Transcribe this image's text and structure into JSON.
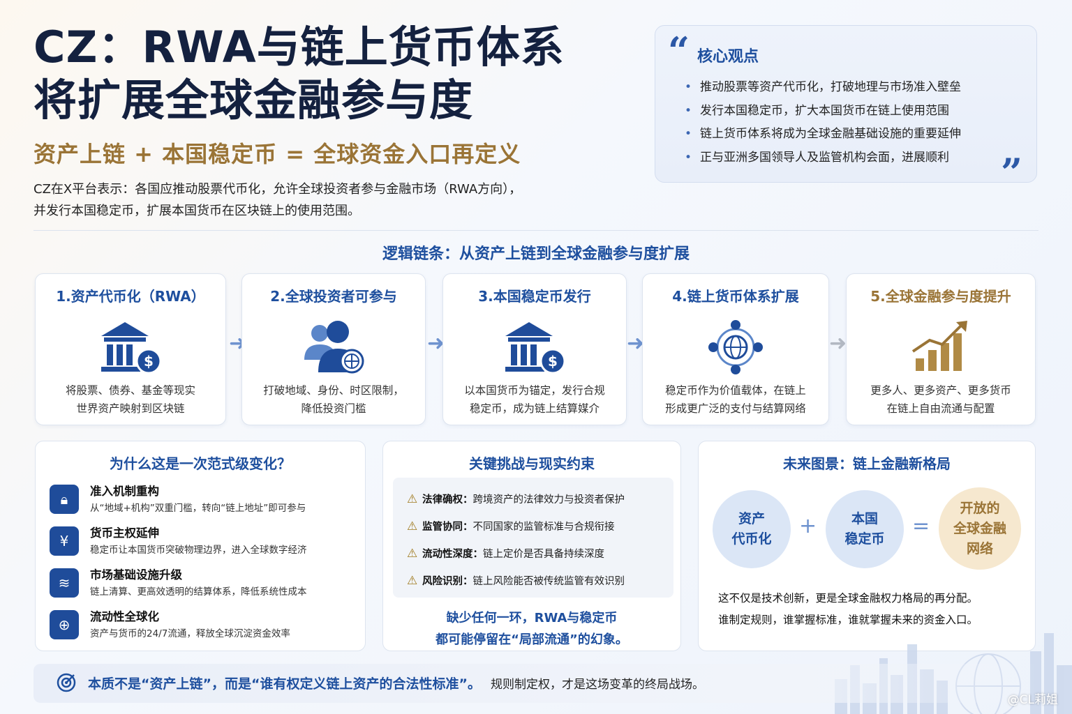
{
  "header": {
    "title_line1": "CZ：RWA与链上货币体系",
    "title_line2": "将扩展全球金融参与度",
    "subtitle": "资产上链 + 本国稳定币 = 全球资金入口再定义",
    "intro_line1": "CZ在X平台表示：各国应推动股票代币化，允许全球投资者参与金融市场（RWA方向），",
    "intro_line2": "并发行本国稳定币，扩展本国货币在区块链上的使用范围。"
  },
  "core_view": {
    "title": "核心观点",
    "open_quote": "“",
    "close_quote": "”",
    "points": [
      "推动股票等资产代币化，打破地理与市场准入壁垒",
      "发行本国稳定币，扩大本国货币在链上使用范围",
      "链上货币体系将成为全球金融基础设施的重要延伸",
      "正与亚洲多国领导人及监管机构会面，进展顺利"
    ]
  },
  "chain": {
    "title": "逻辑链条：从资产上链到全球金融参与度扩展",
    "steps": [
      {
        "title": "1.资产代币化（RWA）",
        "icon": "bank-dollar-icon",
        "desc1": "将股票、债券、基金等现实",
        "desc2": "世界资产映射到区块链"
      },
      {
        "title": "2.全球投资者可参与",
        "icon": "users-globe-icon",
        "desc1": "打破地域、身份、时区限制，",
        "desc2": "降低投资门槛"
      },
      {
        "title": "3.本国稳定币发行",
        "icon": "bank-dollar-icon",
        "desc1": "以本国货币为锚定，发行合规",
        "desc2": "稳定币，成为链上结算媒介"
      },
      {
        "title": "4.链上货币体系扩展",
        "icon": "globe-network-icon",
        "desc1": "稳定币作为价值载体，在链上",
        "desc2": "形成更广泛的支付与结算网络"
      },
      {
        "title": "5.全球金融参与度提升",
        "icon": "growth-chart-icon",
        "desc1": "更多人、更多资产、更多货币",
        "desc2": "在链上自由流通与配置"
      }
    ]
  },
  "why": {
    "title": "为什么这是一次范式级变化？",
    "items": [
      {
        "icon": "lock-icon",
        "title": "准入机制重构",
        "desc": "从“地域+机构”双重门槛，转向“链上地址”即可参与"
      },
      {
        "icon": "yen-icon",
        "title": "货币主权延伸",
        "desc": "稳定币让本国货币突破物理边界，进入全球数字经济"
      },
      {
        "icon": "layers-icon",
        "title": "市场基础设施升级",
        "desc": "链上清算、更高效透明的结算体系，降低系统性成本"
      },
      {
        "icon": "globe-icon",
        "title": "流动性全球化",
        "desc": "资产与货币的24/7流通，释放全球沉淀资金效率"
      }
    ]
  },
  "challenges": {
    "title": "关键挑战与现实约束",
    "items": [
      {
        "label": "法律确权：",
        "desc": "跨境资产的法律效力与投资者保护"
      },
      {
        "label": "监管协同：",
        "desc": "不同国家的监管标准与合规衔接"
      },
      {
        "label": "流动性深度：",
        "desc": "链上定价是否具备持续深度"
      },
      {
        "label": "风险识别：",
        "desc": "链上风险能否被传统监管有效识别"
      }
    ],
    "footer1": "缺少任何一环，RWA与稳定币",
    "footer2": "都可能停留在“局部流通”的幻象。"
  },
  "future": {
    "title": "未来图景：链上金融新格局",
    "c1_l1": "资产",
    "c1_l2": "代币化",
    "plus": "+",
    "c2_l1": "本国",
    "c2_l2": "稳定币",
    "equals": "=",
    "c3_l1": "开放的",
    "c3_l2": "全球金融",
    "c3_l3": "网络",
    "text1": "这不仅是技术创新，更是全球金融权力格局的再分配。",
    "text2": "谁制定规则，谁掌握标准，谁就掌握未来的资金入口。"
  },
  "bottom": {
    "bold": "本质不是“资产上链”，而是“谁有权定义链上资产的合法性标准”。",
    "normal": "规则制定权，才是这场变革的终局战场。"
  },
  "watermark": "@CL莉姐",
  "colors": {
    "navy": "#1e4f9e",
    "gold": "#9a7436",
    "title": "#14213f"
  }
}
